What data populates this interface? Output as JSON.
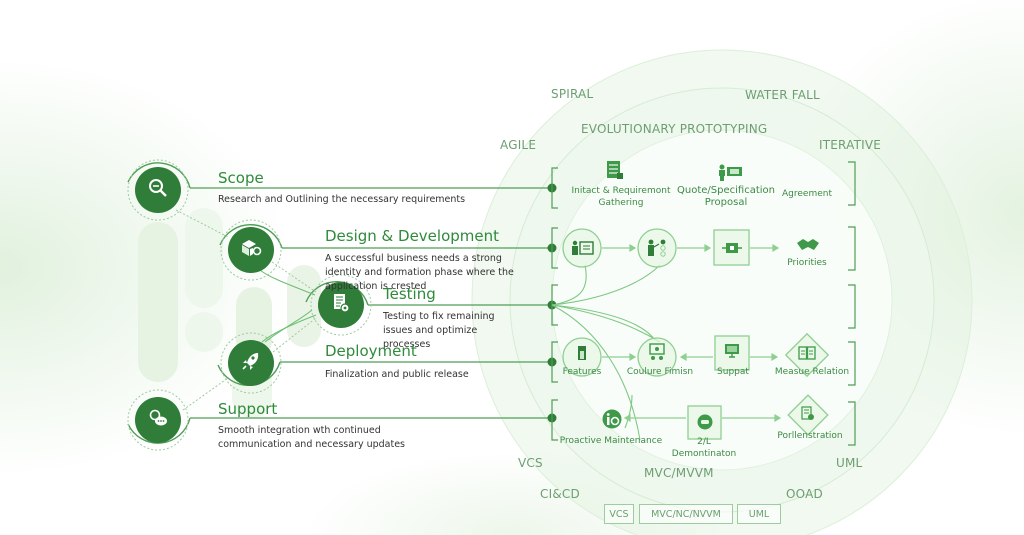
{
  "colors": {
    "primary": "#2f7d38",
    "title": "#2e8b3a",
    "light": "#8fcf92",
    "method_text": "#6d9e72"
  },
  "stages": [
    {
      "title": "Scope",
      "description": "Research and Outlining the necessary requirements",
      "icon": "magnifier-icon"
    },
    {
      "title": "Design & Development",
      "description": "A successful business needs a strong identity and formation phase where the application is crested",
      "icon": "blocks-gear-icon"
    },
    {
      "title": "Testing",
      "description": "Testing to fix remaining issues and optimize processes",
      "icon": "document-gear-icon"
    },
    {
      "title": "Deployment",
      "description": "Finalization and public release",
      "icon": "rocket-icon"
    },
    {
      "title": "Support",
      "description": "Smooth integration wth continued communication and necessary updates",
      "icon": "chat-gear-icon"
    }
  ],
  "methodologies": {
    "spiral": "SPIRAL",
    "waterfall": "WATER FALL",
    "evolutionary": "EVOLUTIONARY PROTOTYPING",
    "agile": "AGILE",
    "iterative": "ITERATIVE",
    "vcs": "VCS",
    "mvc": "MVC/MVVM",
    "uml": "UML",
    "cicd": "CI&CD",
    "ooad": "OOAD"
  },
  "nodes": {
    "row1": [
      {
        "label": "Initact & Requiremont\nGathering",
        "icon": "checklist-icon"
      },
      {
        "label": "Quote/Specification\nProposal",
        "icon": "presenter-icon"
      },
      {
        "label": "Agreement",
        "icon": ""
      }
    ],
    "row2": [
      {
        "label": "",
        "icon": "presenter-board-icon"
      },
      {
        "label": "",
        "icon": "presenter-options-icon"
      },
      {
        "label": "",
        "icon": "component-icon"
      },
      {
        "label": "Priorities",
        "icon": "handshake-icon"
      }
    ],
    "row4": [
      {
        "label": "Features",
        "icon": "door-icon"
      },
      {
        "label": "Coulure Fimisn",
        "icon": "monitor-users-icon"
      },
      {
        "label": "Suppat",
        "icon": "monitor-icon"
      },
      {
        "label": "Measue Relation",
        "icon": "book-icon"
      }
    ],
    "row5": [
      {
        "label": "Proactive Maintenance",
        "icon": "info-gear-icon"
      },
      {
        "label": "2/L\nDemontinaton",
        "icon": "headset-icon"
      },
      {
        "label": "Porllenstration",
        "icon": "document-gear-icon"
      }
    ]
  },
  "tools": [
    "VCS",
    "MVC/NC/NVVM",
    "UML"
  ]
}
